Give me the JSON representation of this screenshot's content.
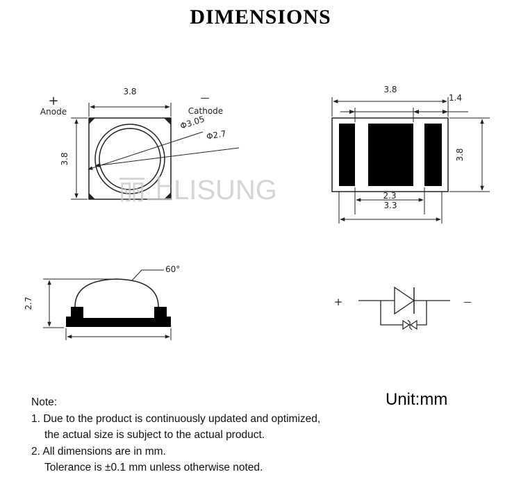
{
  "title": "DIMENSIONS",
  "top_view": {
    "width": "3.8",
    "height": "3.8",
    "anode_symbol": "+",
    "anode_label": "Anode",
    "cathode_symbol": "—",
    "cathode_label": "Cathode",
    "outer_diameter": "Φ3.05",
    "inner_diameter": "Φ2.7"
  },
  "bottom_view": {
    "width": "3.8",
    "pad_width": "1.4",
    "height": "3.8",
    "center_pad": "2.3",
    "pad_span": "3.3"
  },
  "side_view": {
    "height": "2.7",
    "angle": "60°"
  },
  "schematic": {
    "plus": "+",
    "minus": "—"
  },
  "watermark": "丽上LISUNG",
  "unit": "Unit:mm",
  "notes": {
    "heading": "Note:",
    "item1_line1": "1. Due to the product is continuously updated and optimized,",
    "item1_line2": "the actual size is subject to the actual product.",
    "item2_line1": "2. All dimensions are in mm.",
    "item2_line2": "Tolerance is ±0.1 mm unless otherwise noted."
  }
}
